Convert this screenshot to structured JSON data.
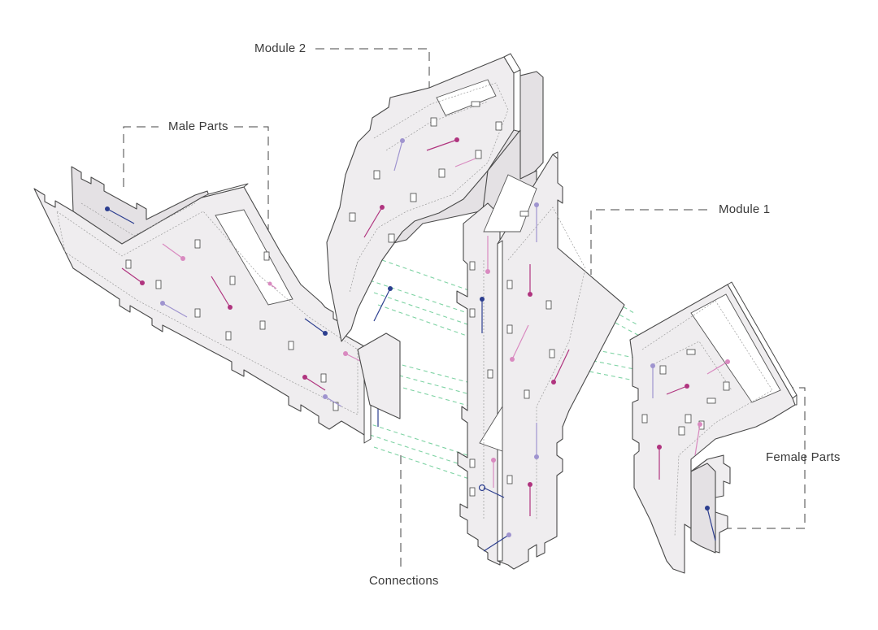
{
  "labels": {
    "module2": "Module 2",
    "male_parts": "Male Parts",
    "module1": "Module 1",
    "female_parts": "Female Parts",
    "connections": "Connections"
  },
  "colors": {
    "magenta": "#b0347f",
    "pink": "#d98ac0",
    "navy": "#2c3e8f",
    "lavender": "#9f94cf",
    "connection_green": "#7fd3a4",
    "panel_fill": "#efedef",
    "line": "#4a4a4a"
  }
}
